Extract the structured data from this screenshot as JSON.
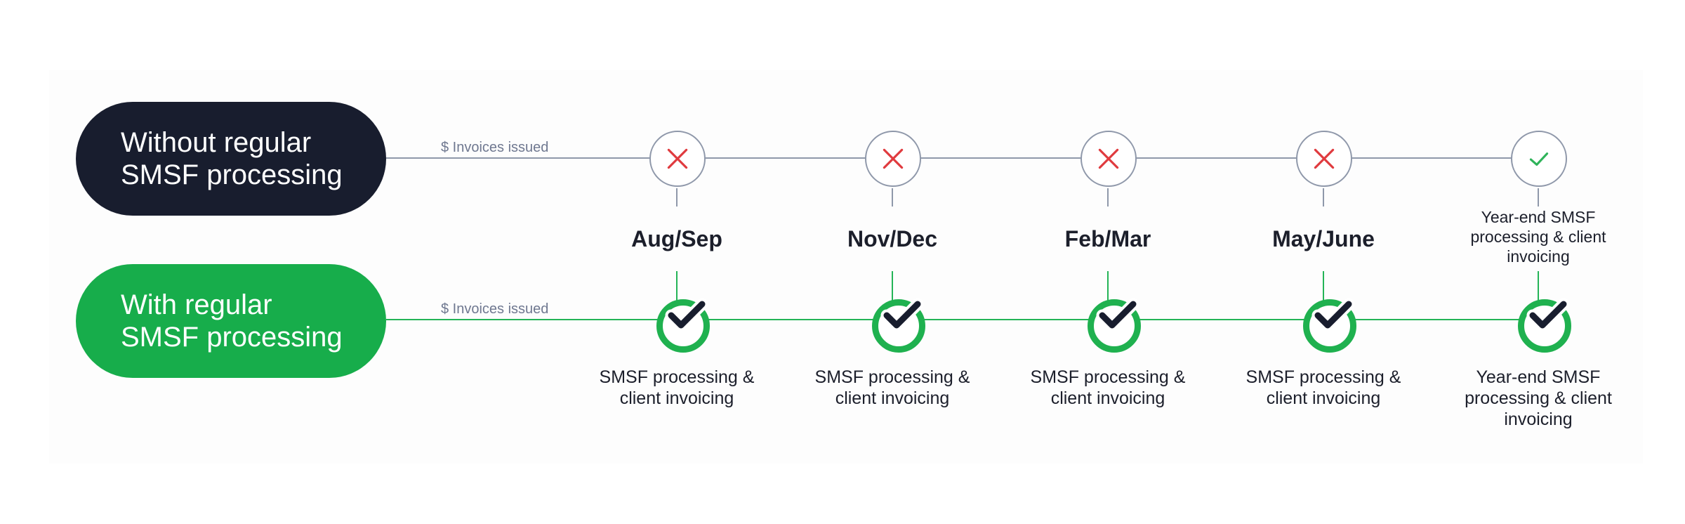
{
  "rows": {
    "without": {
      "title_line1": "Without regular",
      "title_line2": "SMSF processing",
      "label": "$ Invoices issued",
      "color": "#181d2e",
      "line_color": "#8f98aa"
    },
    "with": {
      "title_line1": "With regular",
      "title_line2": "SMSF processing",
      "label": "$ Invoices issued",
      "color": "#17ad4b",
      "line_color": "#24b457"
    }
  },
  "periods": [
    "Aug/Sep",
    "Nov/Dec",
    "Feb/Mar",
    "May/June"
  ],
  "without_nodes": [
    {
      "status": "cross",
      "icon": "x-icon"
    },
    {
      "status": "cross",
      "icon": "x-icon"
    },
    {
      "status": "cross",
      "icon": "x-icon"
    },
    {
      "status": "cross",
      "icon": "x-icon"
    },
    {
      "status": "check",
      "icon": "check-icon",
      "label_line1": "Year-end SMSF",
      "label_line2": "processing & client",
      "label_line3": "invoicing"
    }
  ],
  "with_nodes": [
    {
      "status": "check",
      "icon": "check-icon",
      "label_line1": "SMSF processing &",
      "label_line2": "client invoicing"
    },
    {
      "status": "check",
      "icon": "check-icon",
      "label_line1": "SMSF processing &",
      "label_line2": "client invoicing"
    },
    {
      "status": "check",
      "icon": "check-icon",
      "label_line1": "SMSF processing &",
      "label_line2": "client invoicing"
    },
    {
      "status": "check",
      "icon": "check-icon",
      "label_line1": "SMSF processing &",
      "label_line2": "client invoicing"
    },
    {
      "status": "check",
      "icon": "check-icon",
      "label_line1": "Year-end SMSF",
      "label_line2": "processing & client",
      "label_line3": "invoicing"
    }
  ],
  "colors": {
    "cross": "#e03a3e",
    "check_light": "#2fb35a",
    "check_dark": "#181d2e",
    "ring_green": "#1fb14f"
  }
}
